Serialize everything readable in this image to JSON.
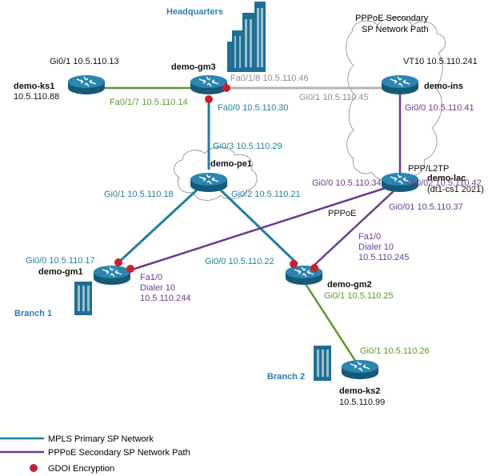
{
  "colors": {
    "mpls": "#1f7fa3",
    "pppoe": "#6a3d8e",
    "green": "#5b9a2c",
    "gray": "#b3b3b3",
    "gdoi": "#cc1f2c",
    "router": "#1e6f93",
    "building": "#1e6f93",
    "site_label": "#2a7fb0",
    "text": "#111111"
  },
  "sites": {
    "hq": "Headquarters",
    "branch1": "Branch 1",
    "branch2": "Branch 2"
  },
  "clouds": {
    "pppoe_title_line1": "PPPoE Secondary",
    "pppoe_title_line2": "SP Network Path"
  },
  "devices": {
    "ks1": {
      "name": "demo-ks1",
      "ip": "10.5.110.88"
    },
    "gm3": {
      "name": "demo-gm3"
    },
    "ins": {
      "name": "demo-ins"
    },
    "pe1": {
      "name": "demo-pe1"
    },
    "lac": {
      "name": "demo-lac",
      "sub": "(dt1-cs1 2021)"
    },
    "gm1": {
      "name": "demo-gm1"
    },
    "gm2": {
      "name": "demo-gm2"
    },
    "ks2": {
      "name": "demo-ks2",
      "ip": "10.5.110.99"
    }
  },
  "interfaces": {
    "ks1_gi01": "Gi0/1 10.5.110.13",
    "gm3_fa017": "Fa0/1/7 10.5.110.14",
    "gm3_fa018": "Fa0/1/8 10.5.110.46",
    "gm3_fa00": "Fa0/0 10.5.110.30",
    "ins_gi01": "Gi0/1 10.5.110.45",
    "ins_vt10": "VT10 10.5.110.241",
    "ins_gi00": "Gi0/0 10.5.110.41",
    "pe1_gi03": "Gi0/3 10.5.110.29",
    "pe1_gi01": "Gi0/1 10.5.110.18",
    "pe1_gi02": "Gi0/2 10.5.110.21",
    "lac_ppp": "PPP/L2TP",
    "lac_gi00": "Gi0/0 10.5.110.34",
    "lac_gi02": "Gi0/02 10.5.110.42",
    "lac_gi01": "Gi0/01 10.5.110.37",
    "pppoe": "PPPoE",
    "gm1_gi00": "Gi0/0 10.5.110.17",
    "gm1_fa10": "Fa1/0",
    "gm1_dialer": "Dialer 10",
    "gm1_dialer_ip": "10.5.110.244",
    "gm2_gi00": "Gi0/0 10.5.110.22",
    "gm2_fa10": "Fa1/0",
    "gm2_dialer": "Dialer 10",
    "gm2_dialer_ip": "10.5.110.245",
    "gm2_gi01": "Gi0/1 10.5.110.25",
    "ks2_gi01": "Gi0/1 10.5.110.26"
  },
  "legend": {
    "mpls": "MPLS Primary SP Network",
    "pppoe": "PPPoE Secondary SP Network Path",
    "gdoi": "GDOI Encryption"
  }
}
